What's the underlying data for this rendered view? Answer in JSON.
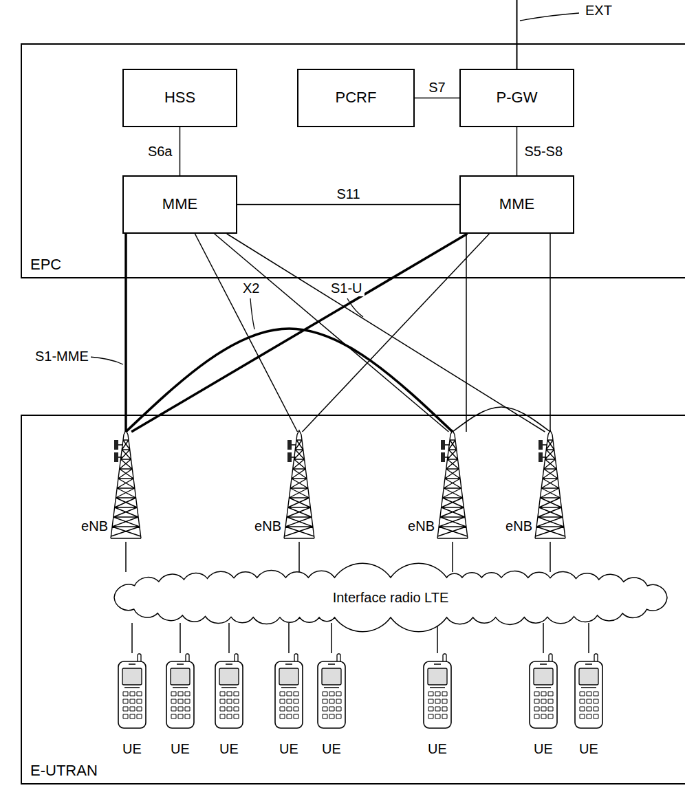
{
  "diagram": {
    "nodes": [
      {
        "text": [
          "EPC"
        ]
      },
      {
        "text": [
          "HSS"
        ],
        "in": 0
      },
      {
        "text": [
          "PCRF"
        ],
        "in": 0
      },
      {
        "text": [
          "P-GW"
        ],
        "in": 0
      },
      {
        "text": [
          "MME"
        ],
        "in": 0
      },
      {
        "text": [
          "MME"
        ],
        "in": 0
      },
      {
        "text": [
          "E-UTRAN"
        ]
      },
      {
        "text": [
          "eNB"
        ],
        "in": 6
      },
      {
        "text": [
          "eNB"
        ],
        "in": 6
      },
      {
        "text": [
          "eNB"
        ],
        "in": 6
      },
      {
        "text": [
          "eNB"
        ],
        "in": 6
      },
      {
        "text": [
          "Interface radio LTE"
        ],
        "in": 6
      },
      {
        "text": [
          "UE"
        ],
        "in": 6
      },
      {
        "text": [
          "UE"
        ],
        "in": 6
      },
      {
        "text": [
          "UE"
        ],
        "in": 6
      },
      {
        "text": [
          "UE"
        ],
        "in": 6
      },
      {
        "text": [
          "UE"
        ],
        "in": 6
      },
      {
        "text": [
          "UE"
        ],
        "in": 6
      },
      {
        "text": [
          "UE"
        ],
        "in": 6
      },
      {
        "text": [
          "UE"
        ],
        "in": 6
      }
    ],
    "edges": [
      {
        "from": 1,
        "to": 4,
        "arrow": "none",
        "label": "S6a"
      },
      {
        "from": 2,
        "to": 3,
        "arrow": "none",
        "label": "S7"
      },
      {
        "from": 3,
        "to": 5,
        "arrow": "none",
        "label": "S5-S8"
      },
      {
        "from": 4,
        "to": 5,
        "arrow": "none",
        "label": "S11"
      },
      {
        "from": 4,
        "to": 7,
        "arrow": "none"
      },
      {
        "from": 4,
        "to": 8,
        "arrow": "none"
      },
      {
        "from": 4,
        "to": 9,
        "arrow": "none"
      },
      {
        "from": 4,
        "to": 10,
        "arrow": "none"
      },
      {
        "from": 5,
        "to": 7,
        "arrow": "none"
      },
      {
        "from": 5,
        "to": 8,
        "arrow": "none"
      },
      {
        "from": 5,
        "to": 9,
        "arrow": "none"
      },
      {
        "from": 5,
        "to": 10,
        "arrow": "none"
      },
      {
        "from": 7,
        "to": 9,
        "arrow": "none"
      },
      {
        "from": 9,
        "to": 10,
        "arrow": "none"
      },
      {
        "from": 7,
        "to": 11,
        "arrow": "none"
      },
      {
        "from": 8,
        "to": 11,
        "arrow": "none"
      },
      {
        "from": 9,
        "to": 11,
        "arrow": "none"
      },
      {
        "from": 10,
        "to": 11,
        "arrow": "none"
      },
      {
        "from": 11,
        "to": 12,
        "arrow": "none"
      },
      {
        "from": 11,
        "to": 13,
        "arrow": "none"
      },
      {
        "from": 11,
        "to": 14,
        "arrow": "none"
      },
      {
        "from": 11,
        "to": 15,
        "arrow": "none"
      },
      {
        "from": 11,
        "to": 16,
        "arrow": "none"
      },
      {
        "from": 11,
        "to": 17,
        "arrow": "none"
      },
      {
        "from": 11,
        "to": 18,
        "arrow": "none"
      },
      {
        "from": 11,
        "to": 19,
        "arrow": "none"
      }
    ],
    "labels": [
      "EXT",
      "S1-MME",
      "X2",
      "S1-U"
    ]
  }
}
